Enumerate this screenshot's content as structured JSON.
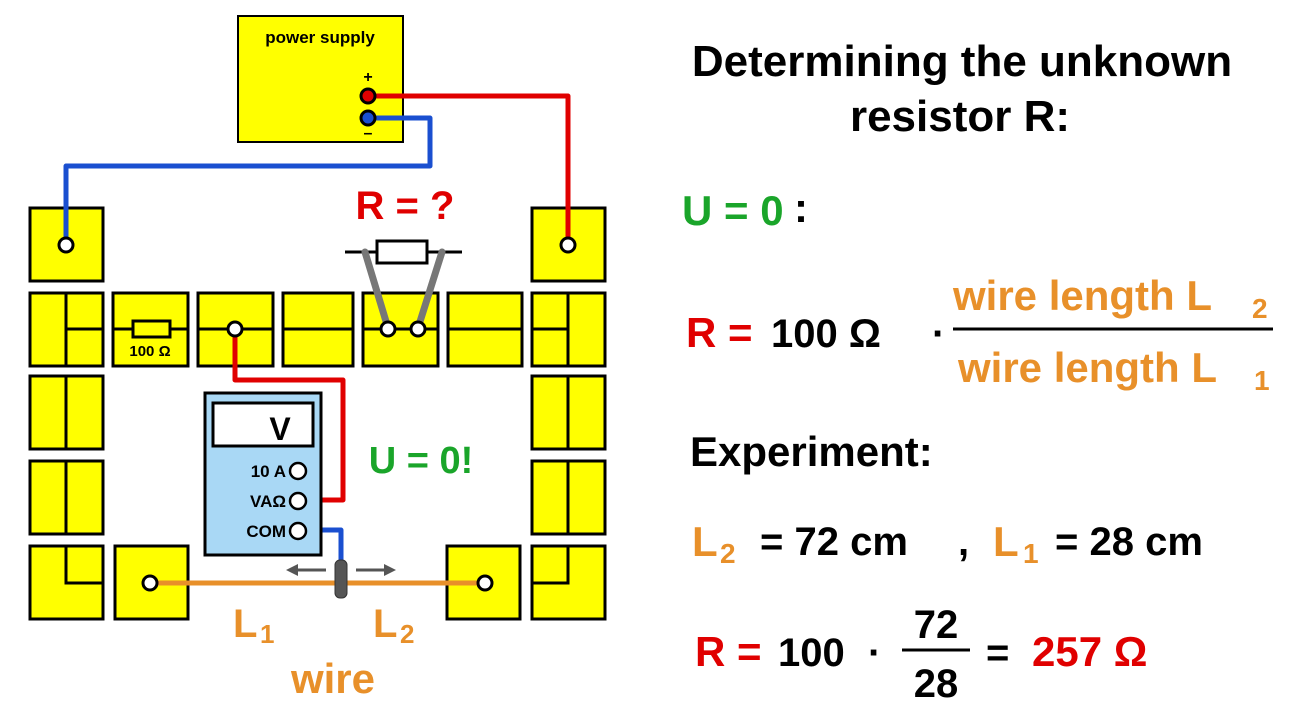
{
  "circuit": {
    "power_supply_label": "power supply",
    "plus_sign": "+",
    "minus_sign": "–",
    "unknown_resistor_label": "R = ?",
    "known_resistor_label": "100 Ω",
    "meter_display": "V",
    "meter_port_10a": "10 A",
    "meter_port_vaohm": "VAΩ",
    "meter_port_com": "COM",
    "zero_voltage_note": "U = 0!",
    "wire_segment_left": "L",
    "wire_segment_left_sub": "1",
    "wire_segment_right": "L",
    "wire_segment_right_sub": "2",
    "wire_label": "wire"
  },
  "explanation": {
    "title_line1": "Determining the unknown",
    "title_line2": "resistor R:",
    "condition_u": "U = 0",
    "condition_colon": ":",
    "formula_r": "R =",
    "formula_value": "100 Ω",
    "formula_dot": "·",
    "numerator": "wire length L",
    "numerator_sub": "2",
    "denominator": "wire length L",
    "denominator_sub": "1",
    "experiment_heading": "Experiment:",
    "l2_symbol": "L",
    "l2_sub": "2",
    "l2_value": "= 72 cm",
    "comma": ",",
    "l1_symbol": "L",
    "l1_sub": "1",
    "l1_value": "= 28 cm",
    "result_r": "R =",
    "result_100": "100",
    "result_dot": "·",
    "result_num": "72",
    "result_den": "28",
    "result_eq": "=",
    "result_value": "257 Ω"
  },
  "colors": {
    "board_yellow": "#ffff00",
    "positive_wire": "#e00000",
    "negative_wire": "#1a4fd0",
    "resistance_wire": "#e8902a",
    "meter_body": "#a9d8f5",
    "green_text": "#1aa52a",
    "red_text": "#e00000",
    "orange_text": "#e8902a"
  }
}
